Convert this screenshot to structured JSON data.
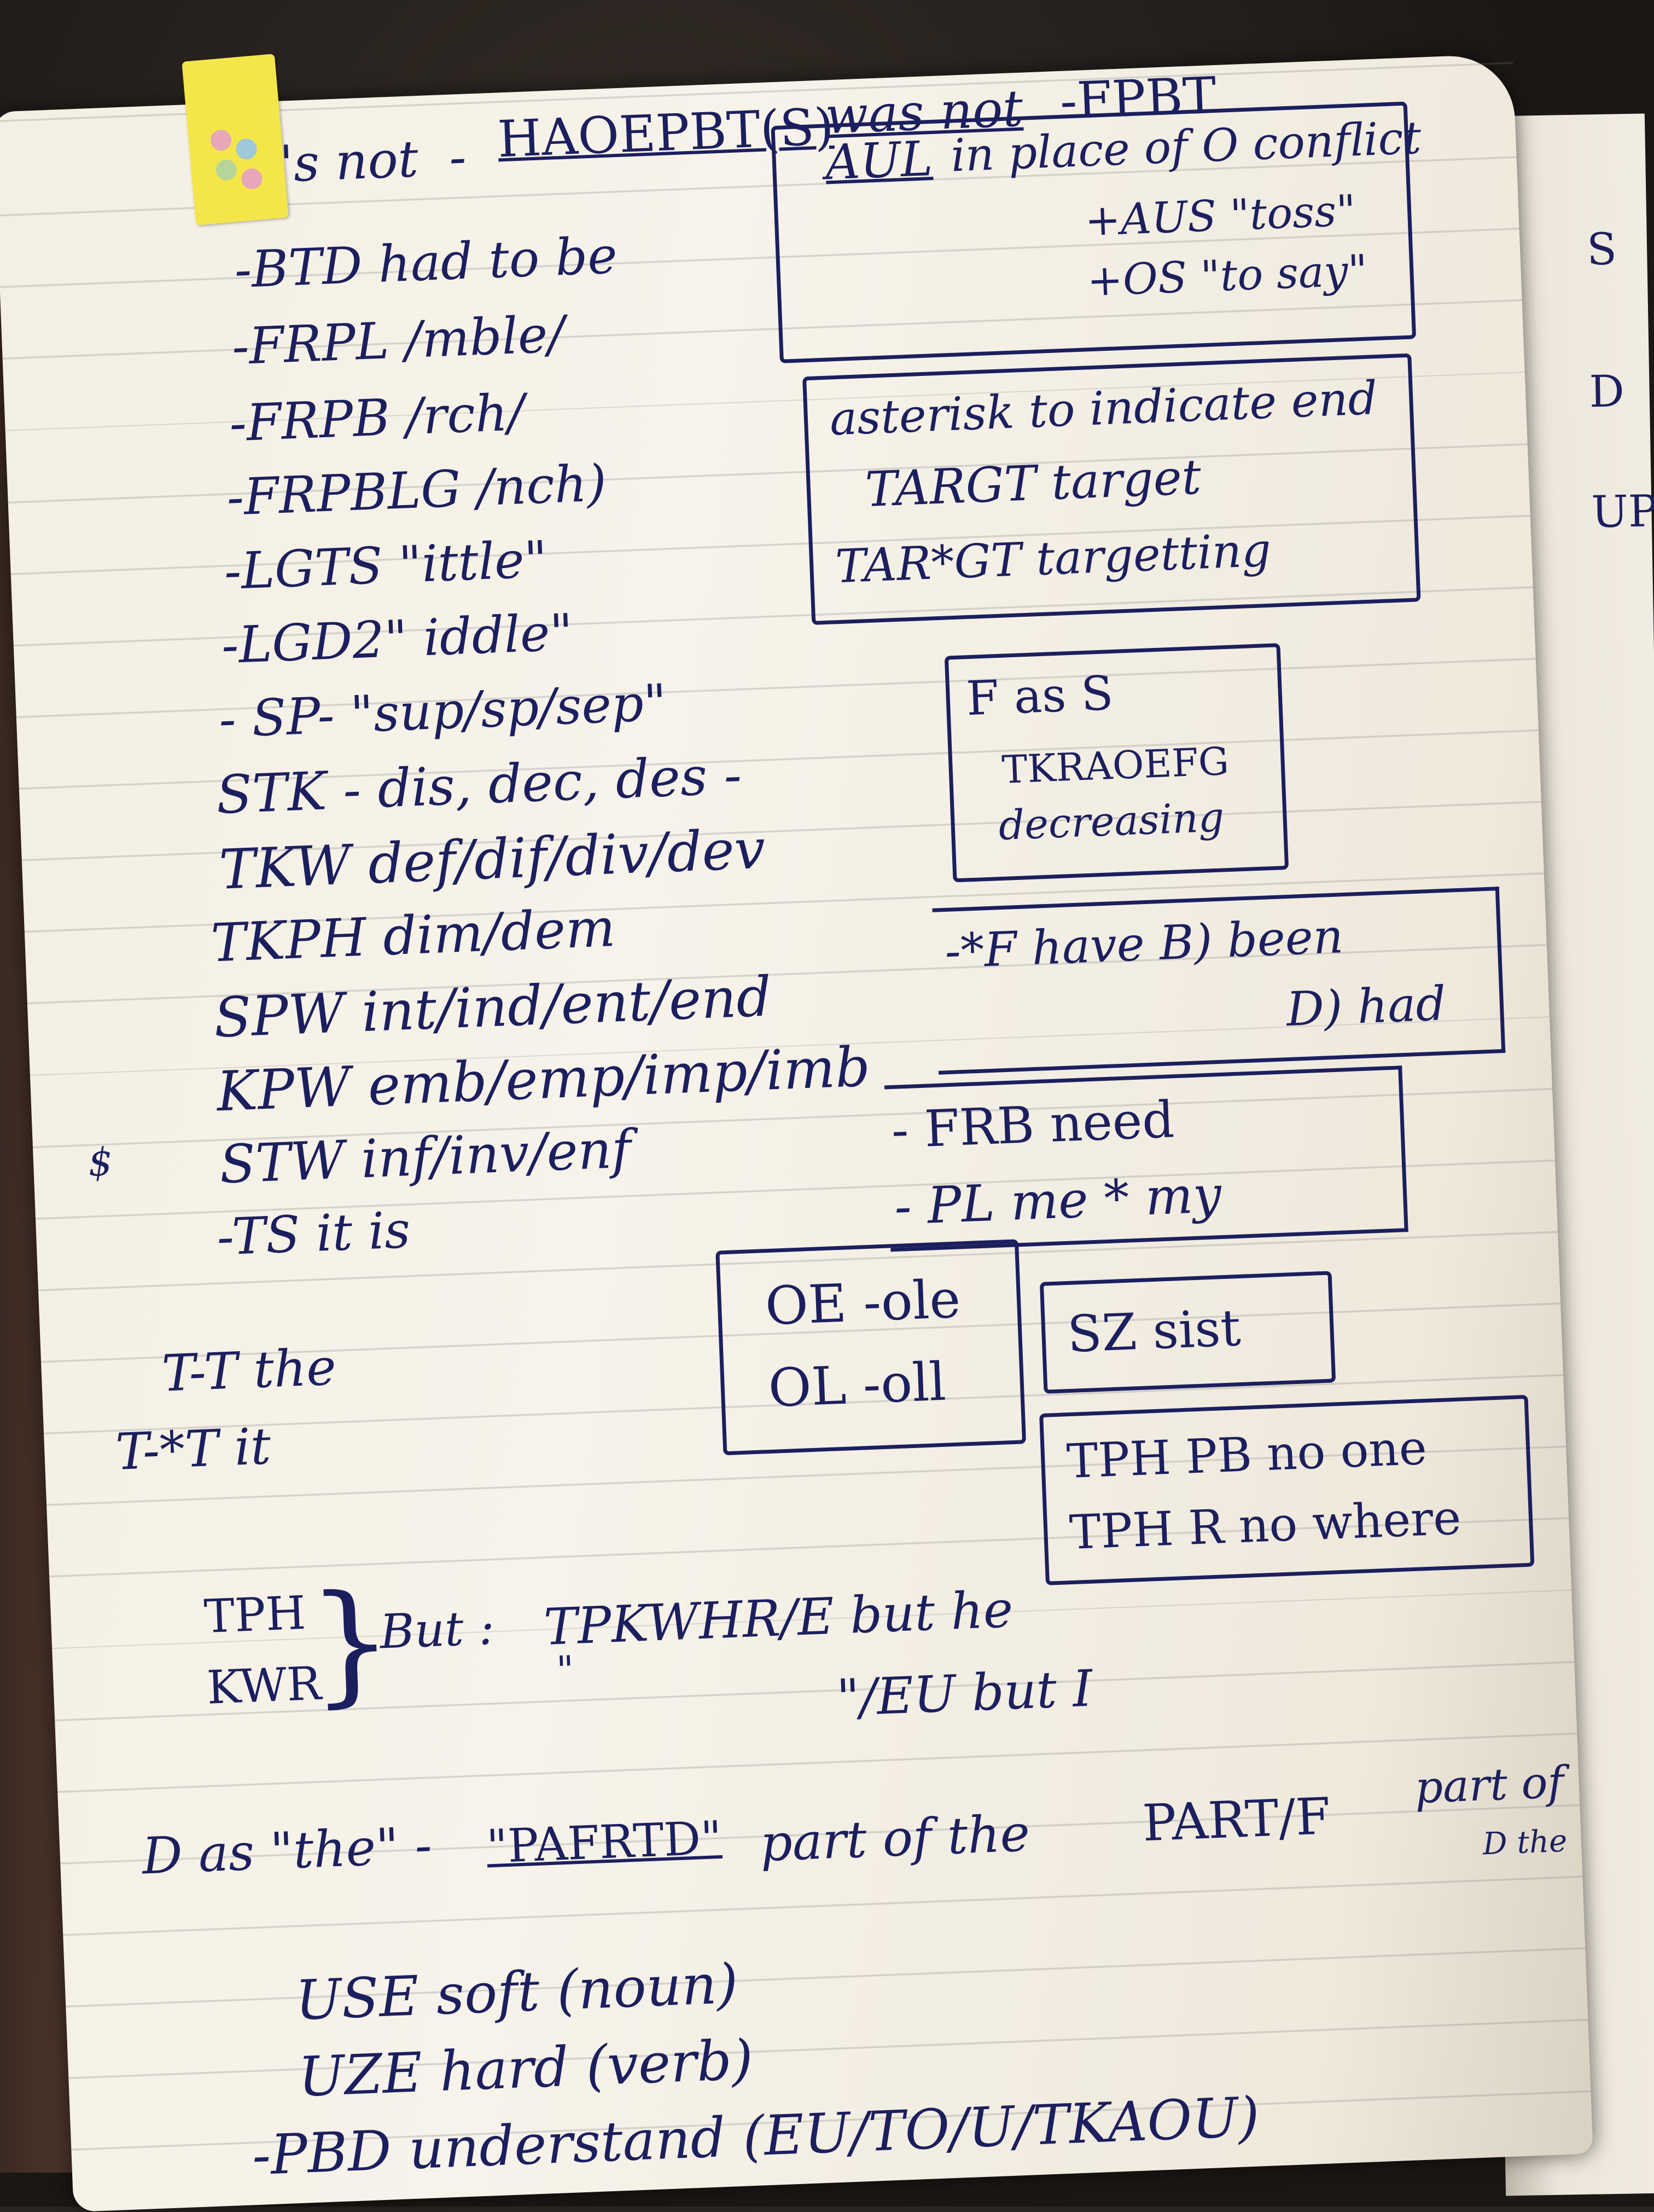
{
  "notes": {
    "header": {
      "s_not": "'s not",
      "dash": "-",
      "haoepbts": "HAOEPBT(S)",
      "was_not": "was not",
      "fpbt": "-FPBT"
    },
    "lines": [
      "-BTD   had to be",
      "-FRPL /mble/",
      "-FRPB /rch/",
      "-FRPBLG /nch)",
      "-LGTS \"ittle\"",
      "-LGD2\" iddle\"",
      "- SP- \"sup/sp/sep\"",
      "STK - dis, dec, des -",
      "TKW   def/dif/div/dev",
      "TKPH   dim/dem",
      "SPW   int/ind/ent/end",
      "KPW   emb/emp/imp/imb",
      "STW   inf/inv/enf",
      "-TS   it is"
    ],
    "t_lines": [
      "T-T  the",
      "T-*T  it"
    ],
    "tph_block": {
      "tph": "TPH",
      "kwr": "KWR",
      "but_label": "But :",
      "line1": "TPKWHR/E   but he",
      "ditto": "\"",
      "line2": "\"/EU   but I"
    },
    "d_line": {
      "d_as_the": "D as \"the\" -",
      "pafrtd": "\"PAFRTD\"",
      "part_of_the": "part of the",
      "part_f": "PART/F",
      "part_of": "part of",
      "d_note": "D the"
    },
    "use_lines": [
      "USE   soft (noun)",
      "UZE   hard (verb)",
      "-PBD   understand (EU/TO/U/TKAOU)"
    ],
    "side_mark": "$"
  },
  "boxes": {
    "aul": {
      "title": "AUL",
      "text": "in place of O conflict",
      "line2": "+AUS \"toss\"",
      "line3": "+OS \"to say\""
    },
    "asterisk": {
      "line1": "asterisk to indicate end",
      "line2": "TARGT   target",
      "line3": "TAR*GT   targetting"
    },
    "f_as_s": {
      "line1": "F  as  S",
      "line2": "TKRAOEFG",
      "line3": "decreasing"
    },
    "star_f": {
      "line1": "-*F  have  B) been",
      "line2": "D) had"
    },
    "frb": {
      "line1": "- FRB  need",
      "line2": "- PL   me  * my"
    },
    "oe": {
      "line1": "OE -ole",
      "line2": "OL -oll"
    },
    "sz": {
      "line1": "SZ   sist"
    },
    "tph_box": {
      "line1": "TPH   PB   no one",
      "line2": "TPH   R   no where"
    }
  },
  "next_page": [
    "S",
    "D",
    "UP"
  ],
  "colors": {
    "ink": "#1c1f5e",
    "paper": "#f4efe3",
    "tab": "#f4e64a"
  }
}
